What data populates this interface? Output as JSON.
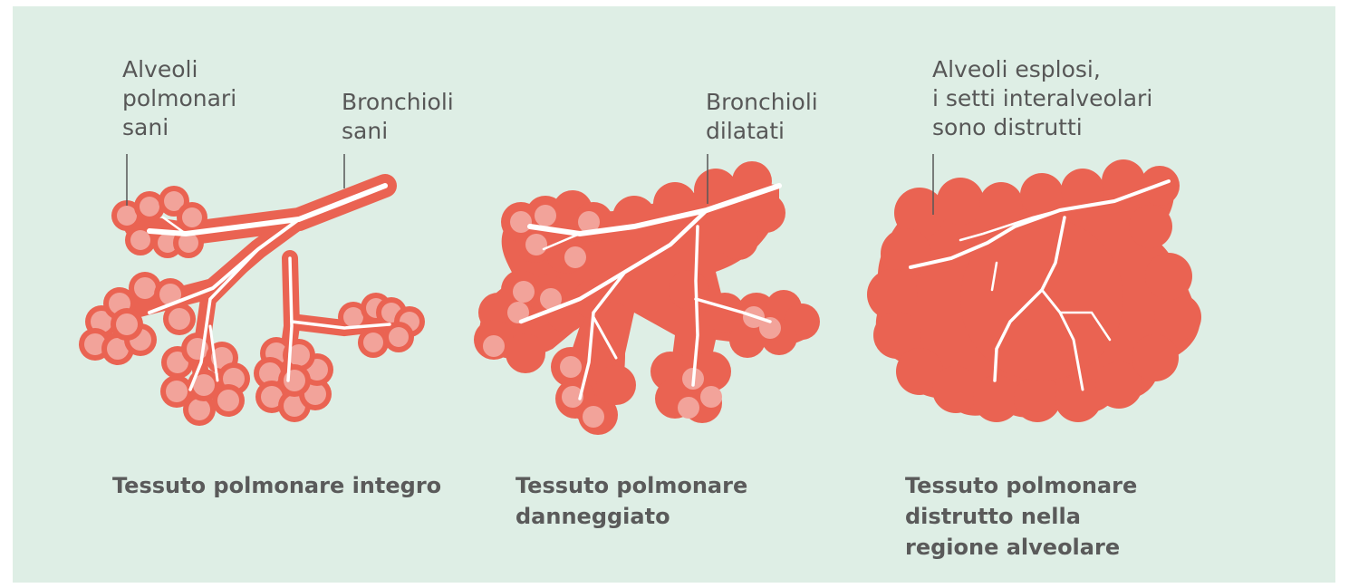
{
  "colors": {
    "background": "#deeee5",
    "tissue": "#ea6352",
    "alveolus": "#f2a39a",
    "bronchiole": "#ffffff",
    "text": "#575757"
  },
  "panels": [
    {
      "caption": "Tessuto polmonare integro",
      "labels": {
        "alveoli": "Alveoli\npolmonari\nsani",
        "bronchioles": "Bronchioli\nsani"
      }
    },
    {
      "caption": "Tessuto polmonare\ndanneggiato",
      "labels": {
        "bronchioles": "Bronchioli\ndilatati"
      }
    },
    {
      "caption": "Tessuto polmonare\ndistrutto nella\nregione alveolare",
      "labels": {
        "alveoli": "Alveoli esplosi,\ni setti interalveolari\nsono distrutti"
      }
    }
  ]
}
